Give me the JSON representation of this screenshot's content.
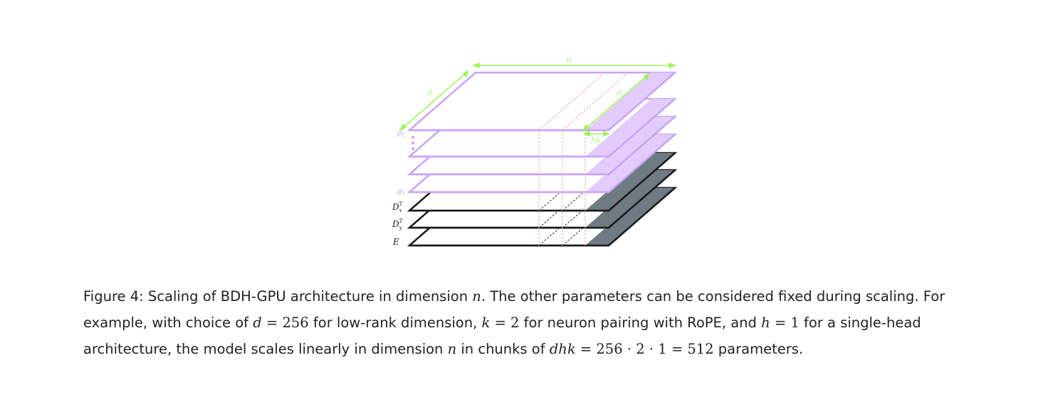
{
  "figure": {
    "labels": {
      "n": "n",
      "d_left": "d",
      "d_right": "d",
      "hk": "hk",
      "rho_L": "ρ",
      "rho_L_sub": "L",
      "rho_1": "ρ",
      "rho_1_sub": "1",
      "dx": "D",
      "dx_sub": "x",
      "dx_sup": "T",
      "dy": "D",
      "dy_sub": "y",
      "dy_sup": "T",
      "e": "E"
    },
    "colors": {
      "purple": "#c9a3f7",
      "purple_fill": "#e3ccfb",
      "green": "#9cf55a",
      "dark_fill": "#6e7b82",
      "pink": "#f2a3a3"
    }
  },
  "caption": {
    "p1": "Figure 4: Scaling of BDH-GPU architecture in dimension ",
    "n1": "n",
    "p2": ". The other parameters can be considered fixed during scaling. For example, with choice of ",
    "d_eq_v": "d",
    "d_eq": " = 256",
    "p3": " for low-rank dimension, ",
    "k": "k",
    "k_eq": " = 2",
    "p4": " for neuron pairing with RoPE, and ",
    "h": "h",
    "h_eq": " = 1",
    "p5": " for a single-head architecture, the model scales linearly in dimension ",
    "n2": "n",
    "p6": " in chunks of ",
    "dhk": "dhk",
    "dhk_eq": " = 256 · 2 · 1 = 512",
    "p7": " parameters."
  }
}
